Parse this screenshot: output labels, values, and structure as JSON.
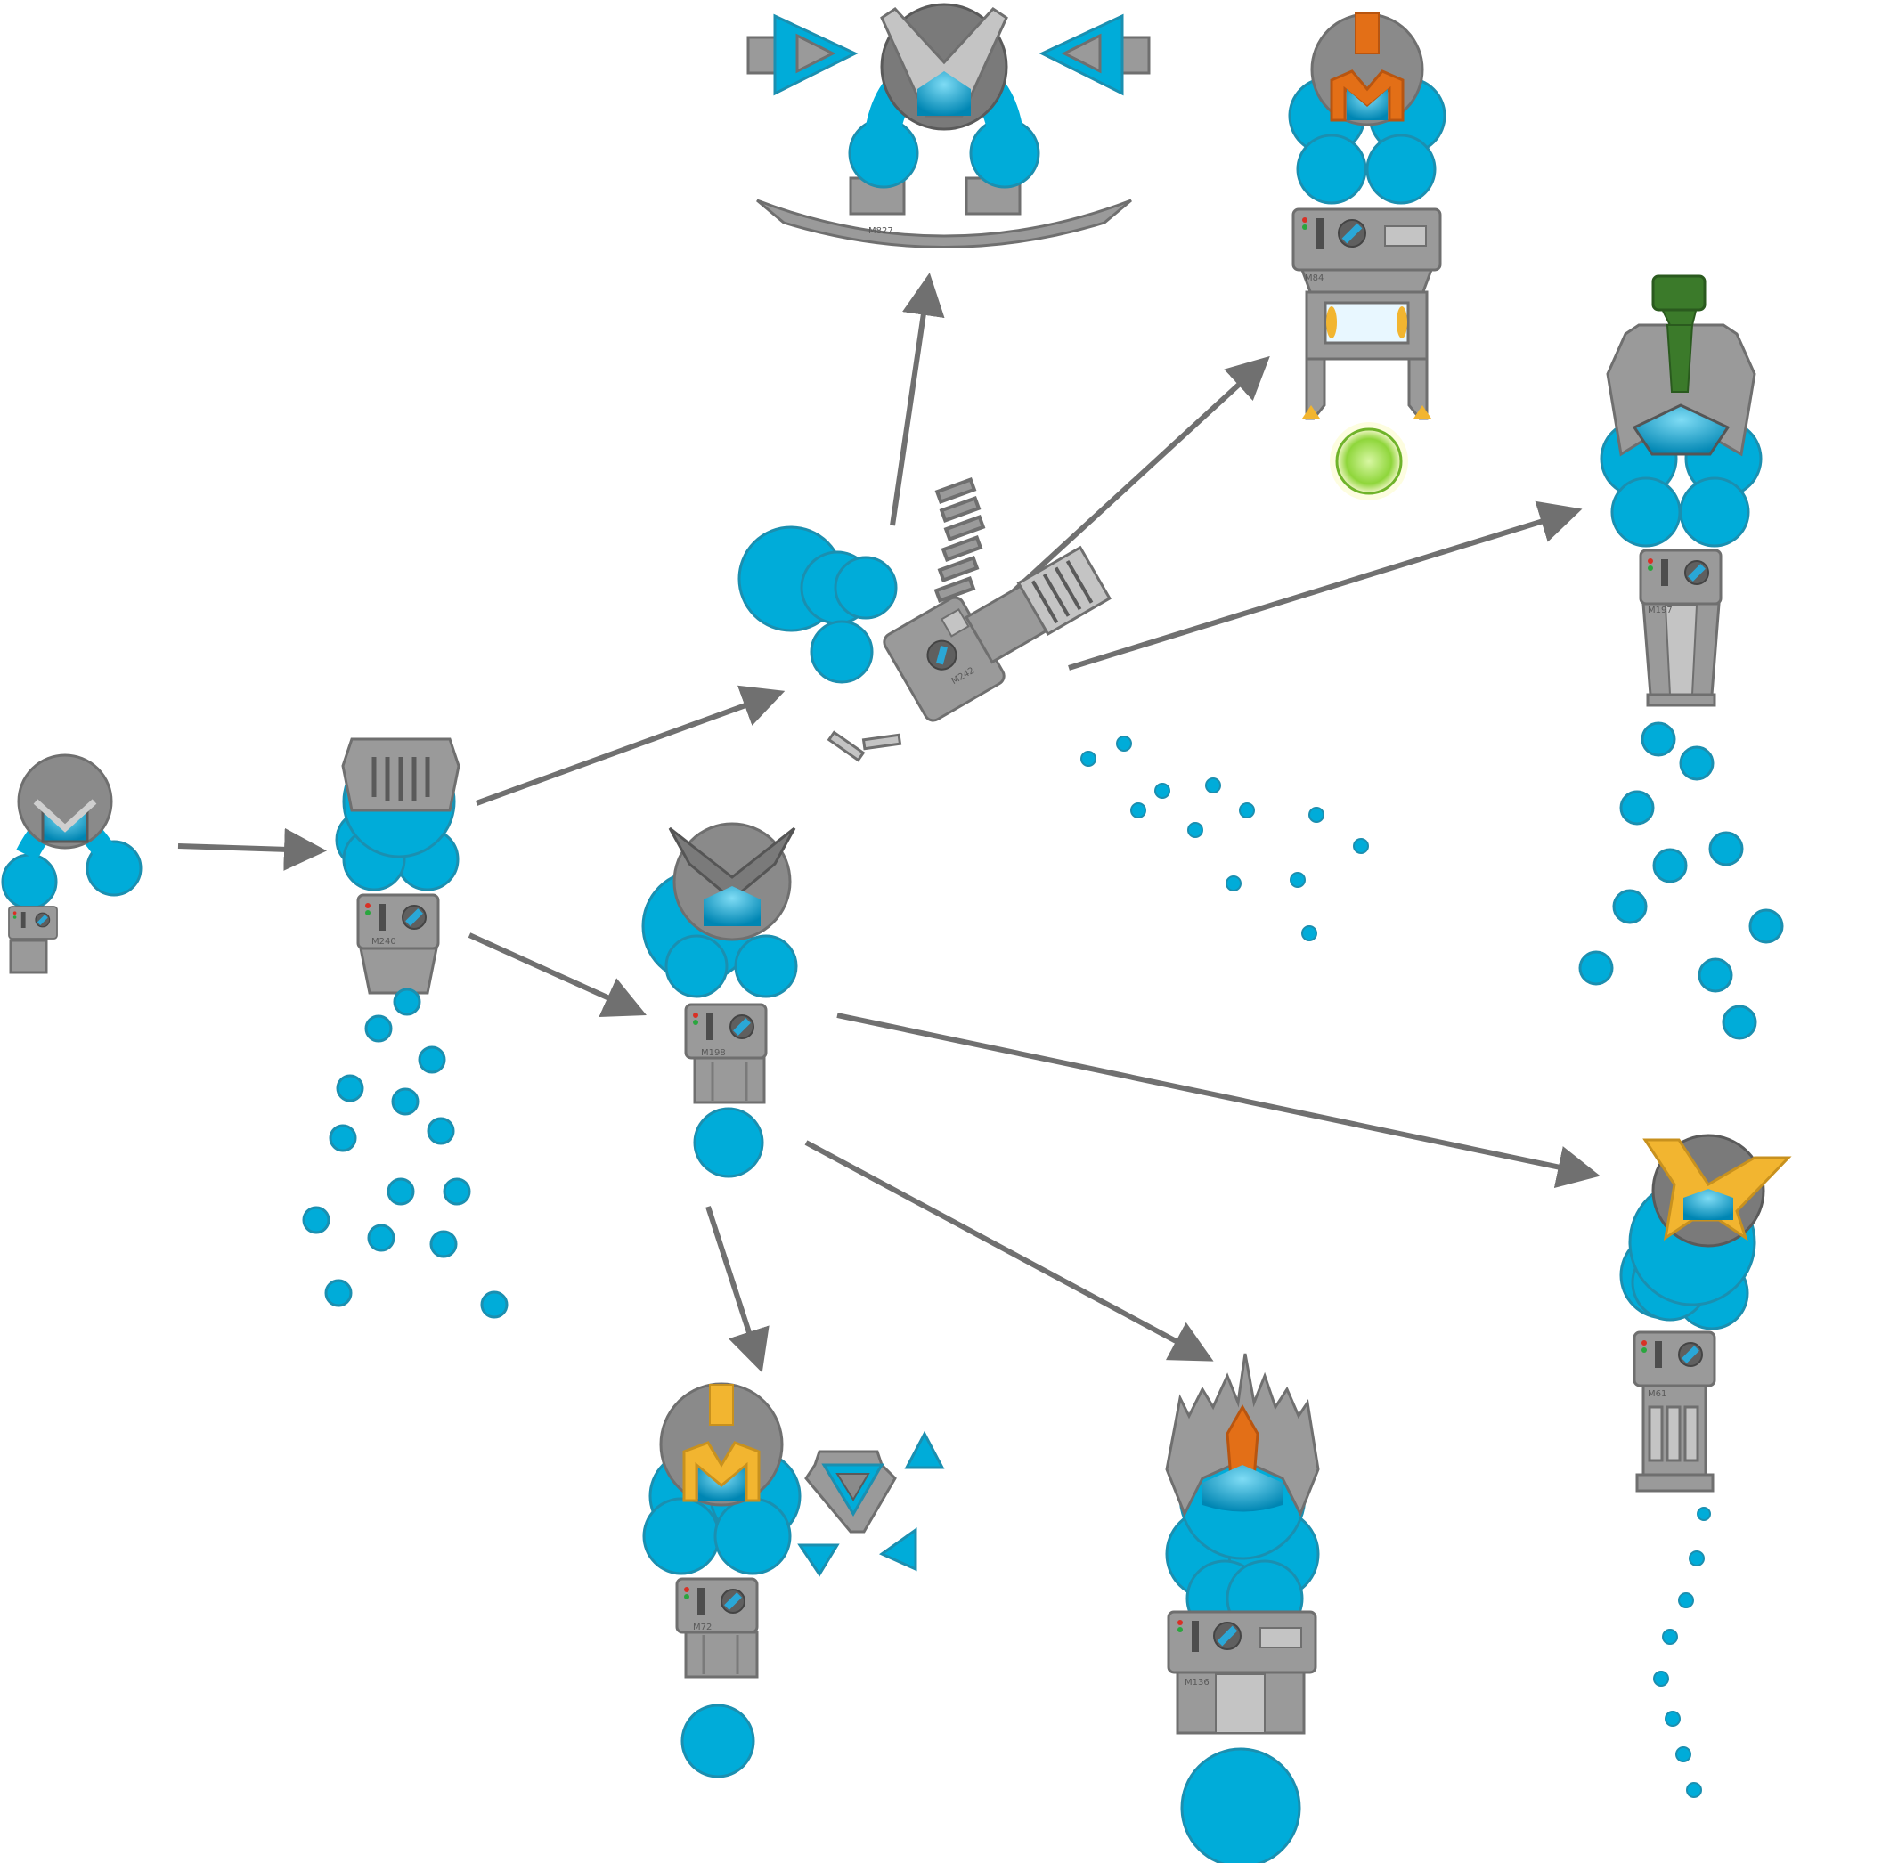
{
  "colors": {
    "body_blue": "#00acd9",
    "body_stroke": "#1b8fb0",
    "steel": "#9a9a9a",
    "steel_dark": "#6f6f6f",
    "steel_light": "#c4c4c4",
    "arrow": "#707070",
    "accent_orange": "#e36f17",
    "accent_gold": "#f2b530",
    "accent_green": "#3b7a2a",
    "plasma": "#8fd63b"
  },
  "units": [
    {
      "id": "root",
      "label": ""
    },
    {
      "id": "m240",
      "label": "M240"
    },
    {
      "id": "m242",
      "label": "M242"
    },
    {
      "id": "m198",
      "label": "M198"
    },
    {
      "id": "m827",
      "label": "M827"
    },
    {
      "id": "m84",
      "label": "M84"
    },
    {
      "id": "m197",
      "label": "M197"
    },
    {
      "id": "m61",
      "label": "M61"
    },
    {
      "id": "m72",
      "label": "M72"
    },
    {
      "id": "m136",
      "label": "M136"
    }
  ],
  "icons": [
    "helmet-icon",
    "visor-icon",
    "barrel-icon",
    "bullet-icon",
    "arrow-icon",
    "triangle-drone-icon",
    "plasma-orb-icon",
    "sled-icon"
  ]
}
